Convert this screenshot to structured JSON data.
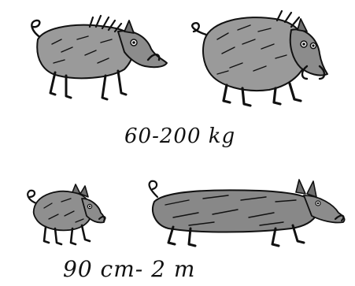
{
  "colors": {
    "ink": "#111111",
    "fur": "#9a9a9a",
    "fur_dark": "#6f6f6f",
    "background": "#ffffff"
  },
  "captions": {
    "weight": "60-200 kg",
    "length": "90 cm- 2 m"
  },
  "illustrations": [
    {
      "name": "small-boar-side",
      "icon": "boar-icon"
    },
    {
      "name": "large-boar-front",
      "icon": "boar-icon"
    },
    {
      "name": "piglet-boar",
      "icon": "boar-icon"
    },
    {
      "name": "long-boar",
      "icon": "boar-icon"
    }
  ]
}
